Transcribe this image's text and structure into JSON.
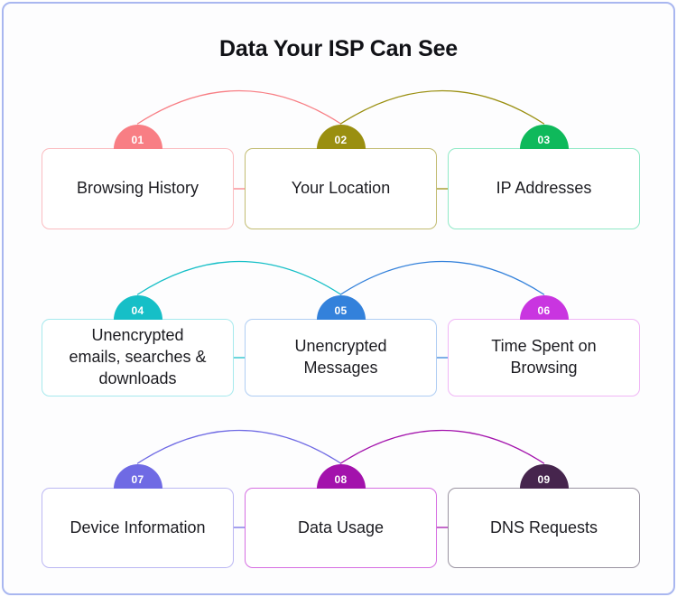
{
  "title": "Data Your ISP Can See",
  "frame": {
    "border_color": "#A9B7F0",
    "background": "#FDFDFE"
  },
  "cards": [
    {
      "number": "01",
      "label": "Browsing History",
      "color": "#F87E84",
      "border_color": "#FBBCC0"
    },
    {
      "number": "02",
      "label": "Your Location",
      "color": "#9A8F10",
      "border_color": "#C2BC72"
    },
    {
      "number": "03",
      "label": "IP Addresses",
      "color": "#0FB95B",
      "border_color": "#90E9C7"
    },
    {
      "number": "04",
      "label": "Unencrypted\nemails, searches &\ndownloads",
      "color": "#16BFC7",
      "border_color": "#A6E9ED"
    },
    {
      "number": "05",
      "label": "Unencrypted\nMessages",
      "color": "#3381DB",
      "border_color": "#AFCDF3"
    },
    {
      "number": "06",
      "label": "Time Spent on\nBrowsing",
      "color": "#C935E0",
      "border_color": "#F0B6F6"
    },
    {
      "number": "07",
      "label": "Device Information",
      "color": "#6F6AE4",
      "border_color": "#BBB7F3"
    },
    {
      "number": "08",
      "label": "Data Usage",
      "color": "#A312AC",
      "border_color": "#D66FE2"
    },
    {
      "number": "09",
      "label": "DNS Requests",
      "color": "#46254D",
      "border_color": "#9A93A1"
    }
  ],
  "connections": [
    {
      "from": "01",
      "to": "02",
      "color": "#F87E84"
    },
    {
      "from": "02",
      "to": "03",
      "color": "#9A8F10"
    },
    {
      "from": "04",
      "to": "05",
      "color": "#16BFC7"
    },
    {
      "from": "05",
      "to": "06",
      "color": "#3381DB"
    },
    {
      "from": "07",
      "to": "08",
      "color": "#6F6AE4"
    },
    {
      "from": "08",
      "to": "09",
      "color": "#A312AC"
    }
  ]
}
